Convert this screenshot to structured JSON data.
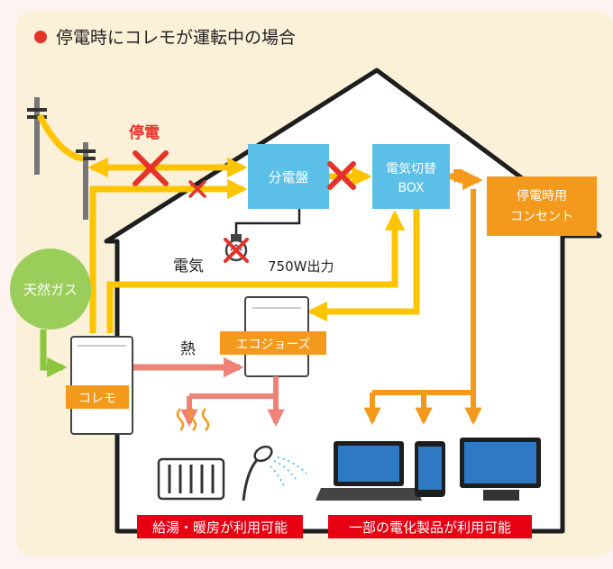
{
  "title": "停電時にコレモが運転中の場合",
  "labels": {
    "power_outage": "停電",
    "distribution_board": "分電盤",
    "switch_box_line1": "電気切替",
    "switch_box_line2": "BOX",
    "emergency_outlet_line1": "停電時用",
    "emergency_outlet_line2": "コンセント",
    "natural_gas": "天然ガス",
    "electricity": "電気",
    "output": "750W出力",
    "heat": "熱",
    "ecojozu": "エコジョーズ",
    "coremo": "コレモ",
    "caption_hotwater": "給湯・暖房が利用可能",
    "caption_appliances": "一部の電化製品が利用可能"
  },
  "colors": {
    "background": "#fdf3f1",
    "panel": "#fbf0d8",
    "house_fill": "#ffffff",
    "house_stroke": "#1e1e1e",
    "yellow_flow": "#ffc400",
    "orange_flow": "#f39a1c",
    "heat_flow": "#ee8276",
    "gas_flow": "#8cc63f",
    "gas_circle": "#9acd5a",
    "blue_box": "#5bbfe8",
    "red_mark": "#e6332a",
    "caption_red": "#e60012"
  },
  "icons": [
    "utility-pole-icon",
    "light-bulb-icon",
    "radiator-icon",
    "shower-icon",
    "laptop-icon",
    "smartphone-icon",
    "monitor-icon"
  ]
}
